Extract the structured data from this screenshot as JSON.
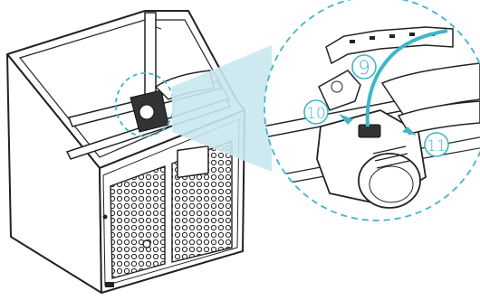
{
  "steps": {
    "step_9": "9",
    "step_10": "10",
    "step_11": "11"
  },
  "colors": {
    "accent": "#3fb6c8",
    "callout_fill": "#c9e8ee",
    "line": "#222222",
    "panel": "#ffffff"
  }
}
